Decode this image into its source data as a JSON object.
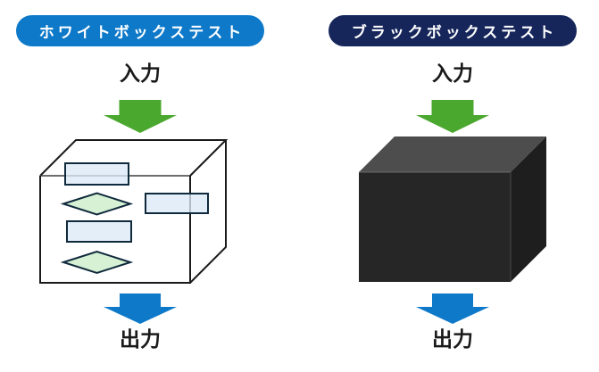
{
  "colors": {
    "badge_blue": "#0e79c9",
    "badge_navy": "#16265b",
    "badge_text": "#ffffff",
    "arrow_green": "#4ba82e",
    "arrow_blue": "#0e79c9",
    "text_dark": "#1a1a1a",
    "wire_stroke": "#1a1a1a",
    "shape_rect_fill": "#dce9f6",
    "shape_diamond_fill": "#cdeec9",
    "shape_stroke": "#102a3d",
    "cube_front": "#262626",
    "cube_top": "#4d4d4d",
    "cube_right": "#1e1e1e",
    "cube_edge_top": "#6a6a6a",
    "cube_edge_side": "#4a4a4a"
  },
  "panels": [
    {
      "id": "whitebox",
      "badge_label": "ホワイトボックステスト",
      "input_label": "入力",
      "output_label": "出力",
      "box_description": "transparent-cube-with-flowchart-shapes"
    },
    {
      "id": "blackbox",
      "badge_label": "ブラックボックステスト",
      "input_label": "入力",
      "output_label": "出力",
      "box_description": "opaque-black-cube"
    }
  ]
}
